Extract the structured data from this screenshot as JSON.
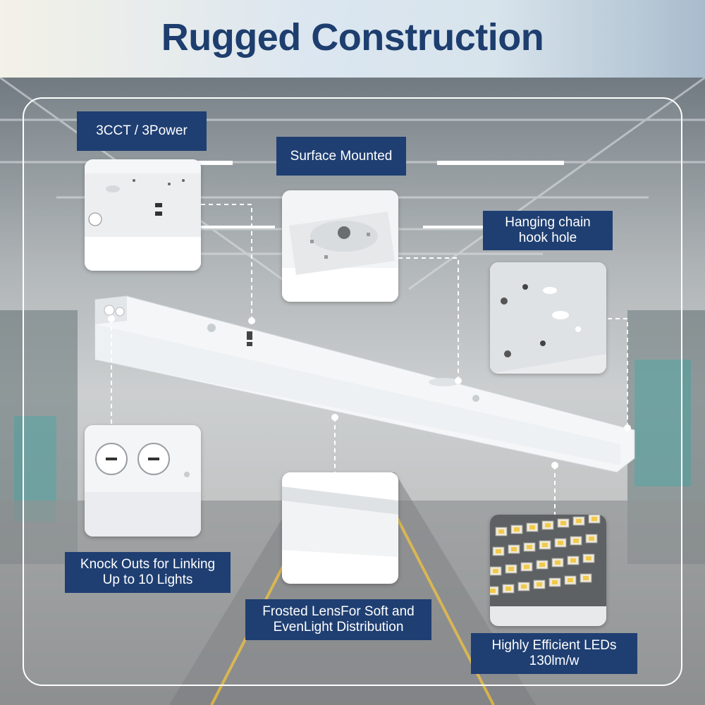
{
  "title": "Rugged Construction",
  "labels": {
    "cct_power": "3CCT / 3Power",
    "surface_mounted": "Surface Mounted",
    "hanging_chain": "Hanging chain hook hole",
    "knock_outs": "Knock Outs for Linking Up to 10 Lights",
    "frosted_lens": "Frosted LensFor Soft and EvenLight Distribution",
    "efficient_leds": "Highly Efficient LEDs 130lm/w"
  },
  "colors": {
    "title": "#1d3e6e",
    "label_bg": "#1f3f72",
    "label_text": "#ffffff"
  }
}
